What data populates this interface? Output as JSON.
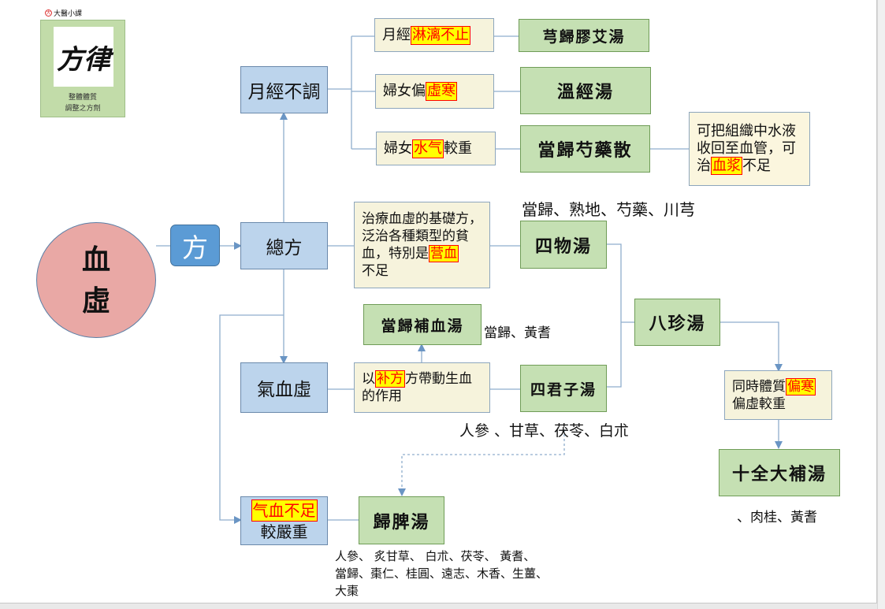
{
  "logo": {
    "top_label": "大醫小課",
    "calligraphy": "方律",
    "line1": "整體體質",
    "line2": "調整之方劑"
  },
  "root": {
    "char1": "血",
    "char2": "虛"
  },
  "fang": "方",
  "categories": {
    "menstrual": "月經不調",
    "general": "總方",
    "qi_blood": "氣血虛",
    "severe_line2": "較嚴重"
  },
  "menstrual_rows": [
    {
      "pre": "月經",
      "hl": "淋漓不止",
      "post": "",
      "formula": "芎歸膠艾湯"
    },
    {
      "pre": "婦女偏",
      "hl": "虛寒",
      "post": "",
      "formula": "溫經湯"
    },
    {
      "pre": "婦女",
      "hl": "水气",
      "post": "較重",
      "formula": "當歸芍藥散"
    }
  ],
  "side_note": {
    "line1": "可把組織中水液",
    "line2": "收回至血管，可",
    "pre": "治",
    "hl": "血浆",
    "post": "不足"
  },
  "siwu": {
    "herbs": "當歸、熟地、芍藥、川芎",
    "desc_line1": "治療血虛的基礎方，",
    "desc_line2": "泛治各種類型的貧",
    "desc_line3_pre": "血，特別是",
    "desc_line3_hl": "营血",
    "desc_line4": "不足",
    "formula": "四物湯"
  },
  "danggui": {
    "formula": "當歸補血湯",
    "herbs": "當歸、黃耆"
  },
  "sijunzi": {
    "desc_pre": "以",
    "desc_hl": "补方",
    "desc_post": "方帶動生血",
    "desc_line2": "的作用",
    "formula": "四君子湯",
    "herbs": "人參 、甘草、茯苓、白朮"
  },
  "bazhen": {
    "formula": "八珍湯"
  },
  "cold": {
    "pre": "同時體質",
    "hl": "偏寒",
    "line2": "偏虛較重"
  },
  "shiquan": {
    "formula": "十全大補湯",
    "herbs": "、肉桂、黃耆"
  },
  "severe": {
    "hl": "气血不足",
    "line2": "較嚴重"
  },
  "guipi": {
    "formula": "歸脾湯",
    "herbs_line1": "人參、 炙甘草、 白朮、茯苓、 黃耆、",
    "herbs_line2": "當歸、棗仁、桂圓、遠志、木香、生薑、",
    "herbs_line3": "大棗"
  },
  "colors": {
    "connector": "#8faecd",
    "arrow": "#6a95c4",
    "highlight": "#ffff00",
    "highlight_text": "#ff0000"
  }
}
